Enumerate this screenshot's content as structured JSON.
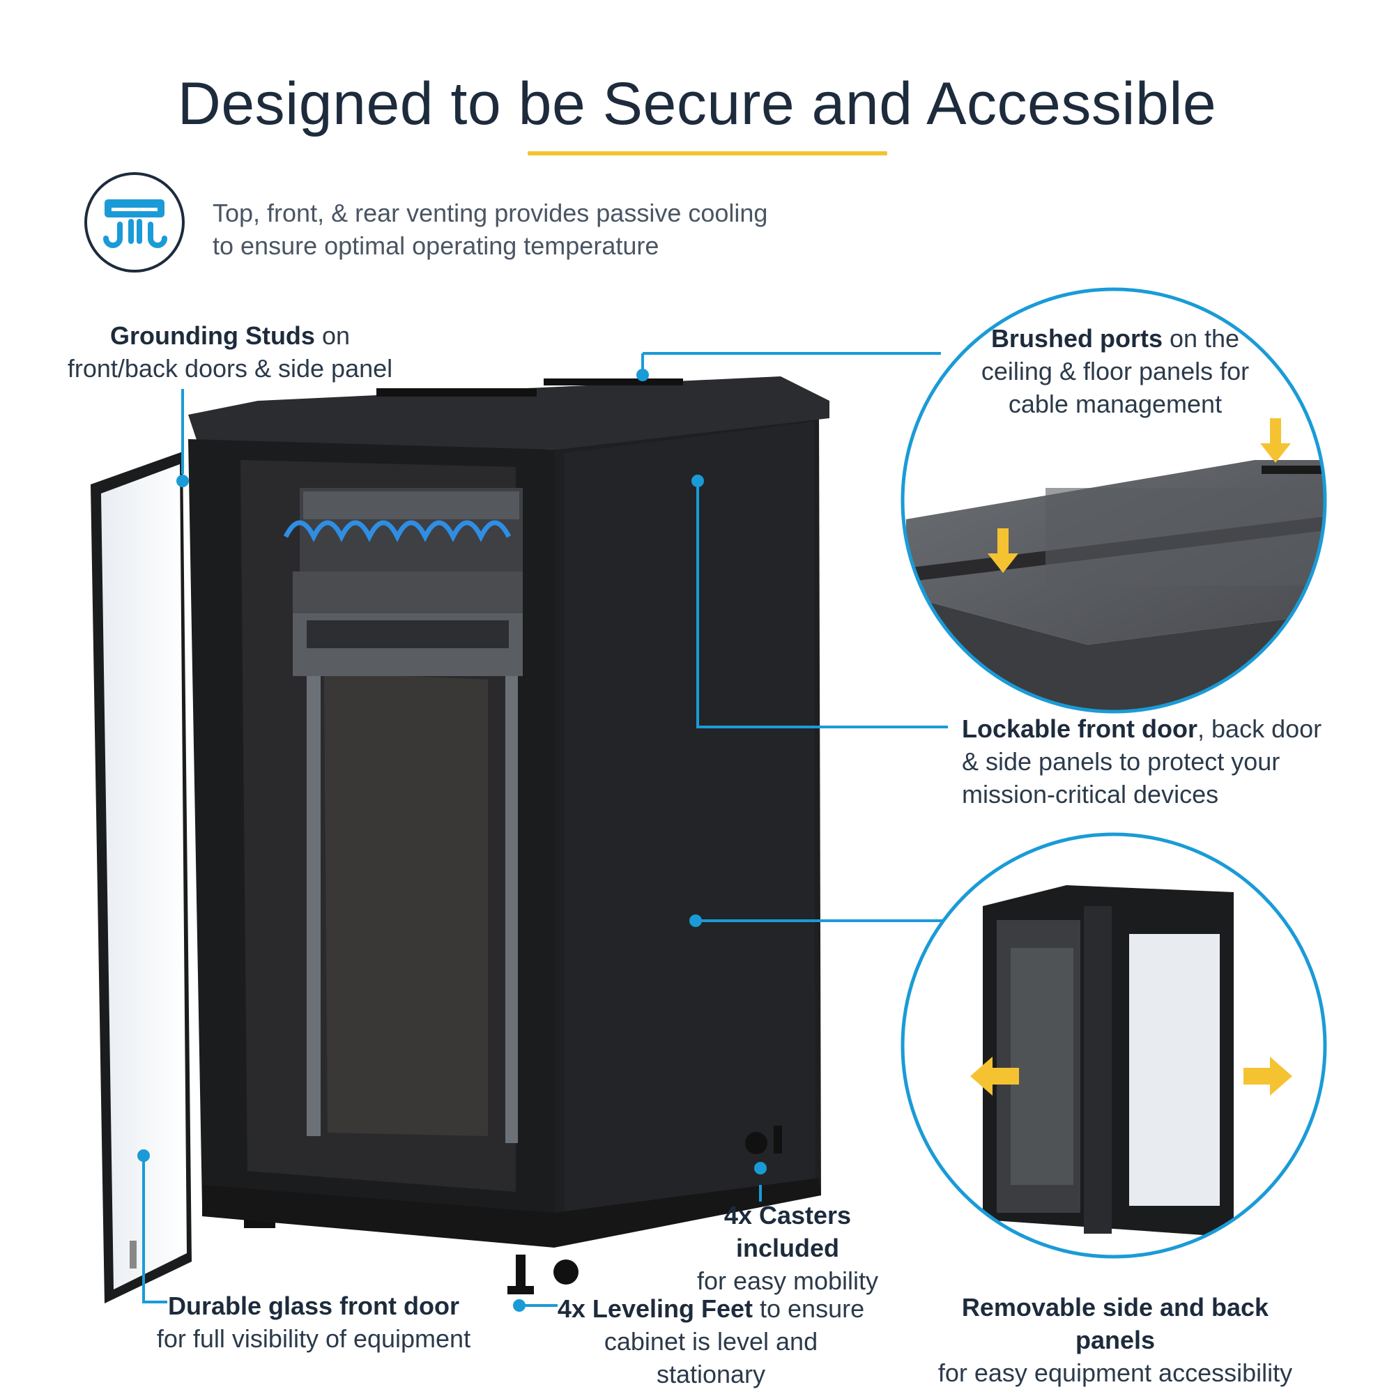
{
  "title": "Designed to be Secure and Accessible",
  "colors": {
    "accent": "#1a9bd7",
    "underline": "#f5c332",
    "arrow": "#f5c332",
    "cabinet": "#1b1c1e"
  },
  "icons": [
    "air-vent-icon"
  ],
  "venting": {
    "text_line1": "Top, front, & rear venting provides passive cooling",
    "text_line2": "to ensure optimal operating temperature"
  },
  "callouts": {
    "grounding": {
      "bold": "Grounding Studs",
      "rest1": " on",
      "line2": "front/back doors & side panel"
    },
    "brushed": {
      "bold": "Brushed ports",
      "rest1": " on the",
      "line2": "ceiling & floor panels for",
      "line3": "cable management"
    },
    "lockable": {
      "bold": "Lockable front door",
      "rest1": ", back door",
      "line2": "& side panels to protect your",
      "line3": "mission-critical devices"
    },
    "casters": {
      "bold": "4x Casters included",
      "line2": "for easy mobility"
    },
    "glass": {
      "bold": "Durable glass front door",
      "line2": "for full visibility of equipment"
    },
    "leveling": {
      "bold": "4x Leveling Feet",
      "rest1": " to ensure",
      "line2": "cabinet is level and stationary"
    },
    "removable": {
      "bold": "Removable side and back panels",
      "line2": "for easy equipment accessibility"
    }
  }
}
